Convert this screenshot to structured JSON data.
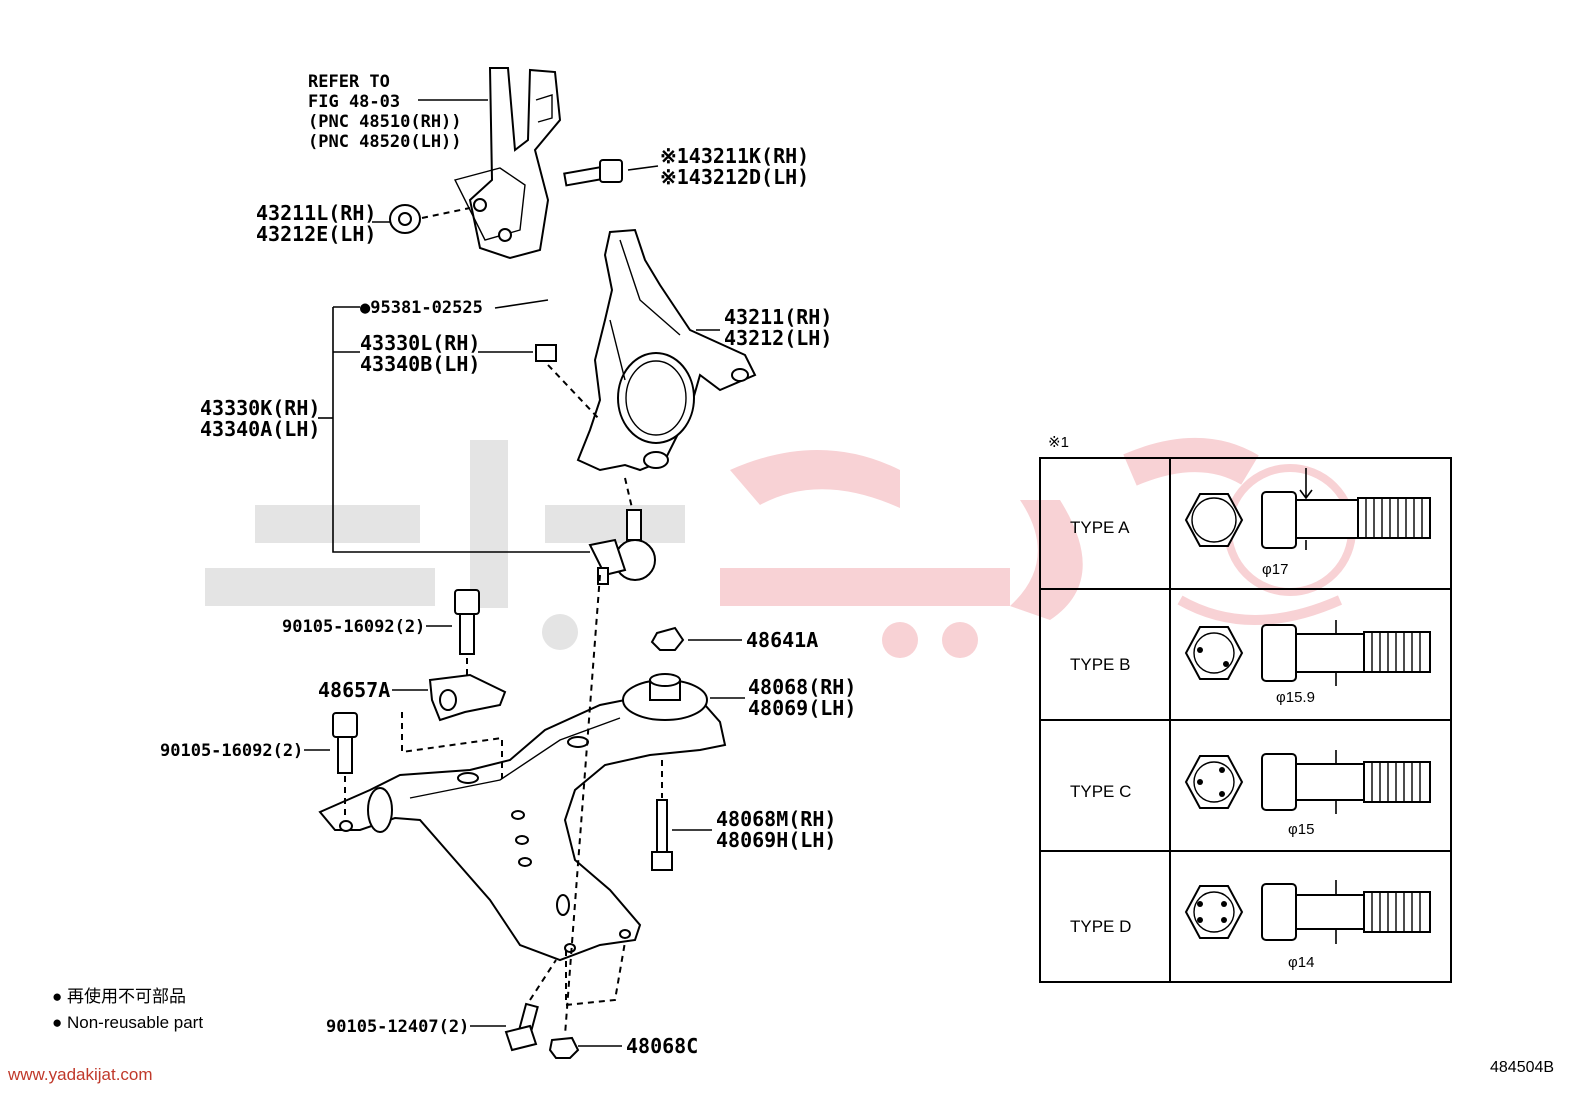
{
  "labels": {
    "refer1": "REFER TO",
    "refer2": "FIG 48-03",
    "refer3": "(PNC 48510(RH))",
    "refer4": "(PNC 48520(LH))",
    "p43211k": "※143211K(RH)",
    "p43212d": "※143212D(LH)",
    "p43211l": "43211L(RH)",
    "p43212e": "43212E(LH)",
    "p95381": "●95381-02525",
    "p43330l": "43330L(RH)",
    "p43340b": "43340B(LH)",
    "p43330k": "43330K(RH)",
    "p43340a": "43340A(LH)",
    "p43211": "43211(RH)",
    "p43212": "43212(LH)",
    "p90105a": "90105-16092(2)",
    "p48641a": "48641A",
    "p48657a": "48657A",
    "p48068": "48068(RH)",
    "p48069": "48069(LH)",
    "p90105b": "90105-16092(2)",
    "p48068m": "48068M(RH)",
    "p48069h": "48069H(LH)",
    "p90105c": "90105-12407(2)",
    "p48068c": "48068C"
  },
  "legend": {
    "jp": "● 再使用不可部品",
    "en": "● Non-reusable part"
  },
  "table": {
    "note": "※1",
    "rows": [
      {
        "type": "TYPE A",
        "dia": "φ17"
      },
      {
        "type": "TYPE B",
        "dia": "φ15.9"
      },
      {
        "type": "TYPE C",
        "dia": "φ15"
      },
      {
        "type": "TYPE D",
        "dia": "φ14"
      }
    ]
  },
  "footer": {
    "website": "www.yadakijat.com",
    "figure_id": "484504B"
  },
  "watermark": {
    "text": "یدکی جات",
    "colors": {
      "gray": "#dcdcdc",
      "red": "#f6c9cc"
    }
  }
}
